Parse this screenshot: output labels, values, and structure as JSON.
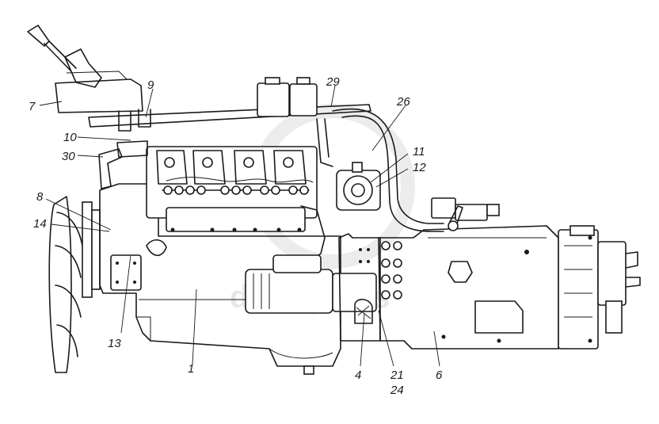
{
  "watermark": "data-parts",
  "callouts": [
    {
      "id": "7",
      "text": "7"
    },
    {
      "id": "9",
      "text": "9"
    },
    {
      "id": "29",
      "text": "29"
    },
    {
      "id": "26",
      "text": "26"
    },
    {
      "id": "10",
      "text": "10"
    },
    {
      "id": "30",
      "text": "30"
    },
    {
      "id": "11",
      "text": "11"
    },
    {
      "id": "12",
      "text": "12"
    },
    {
      "id": "8",
      "text": "8"
    },
    {
      "id": "14",
      "text": "14"
    },
    {
      "id": "13",
      "text": "13"
    },
    {
      "id": "1",
      "text": "1"
    },
    {
      "id": "4",
      "text": "4"
    },
    {
      "id": "21",
      "text": "21"
    },
    {
      "id": "24",
      "text": "24"
    },
    {
      "id": "6",
      "text": "6"
    }
  ]
}
